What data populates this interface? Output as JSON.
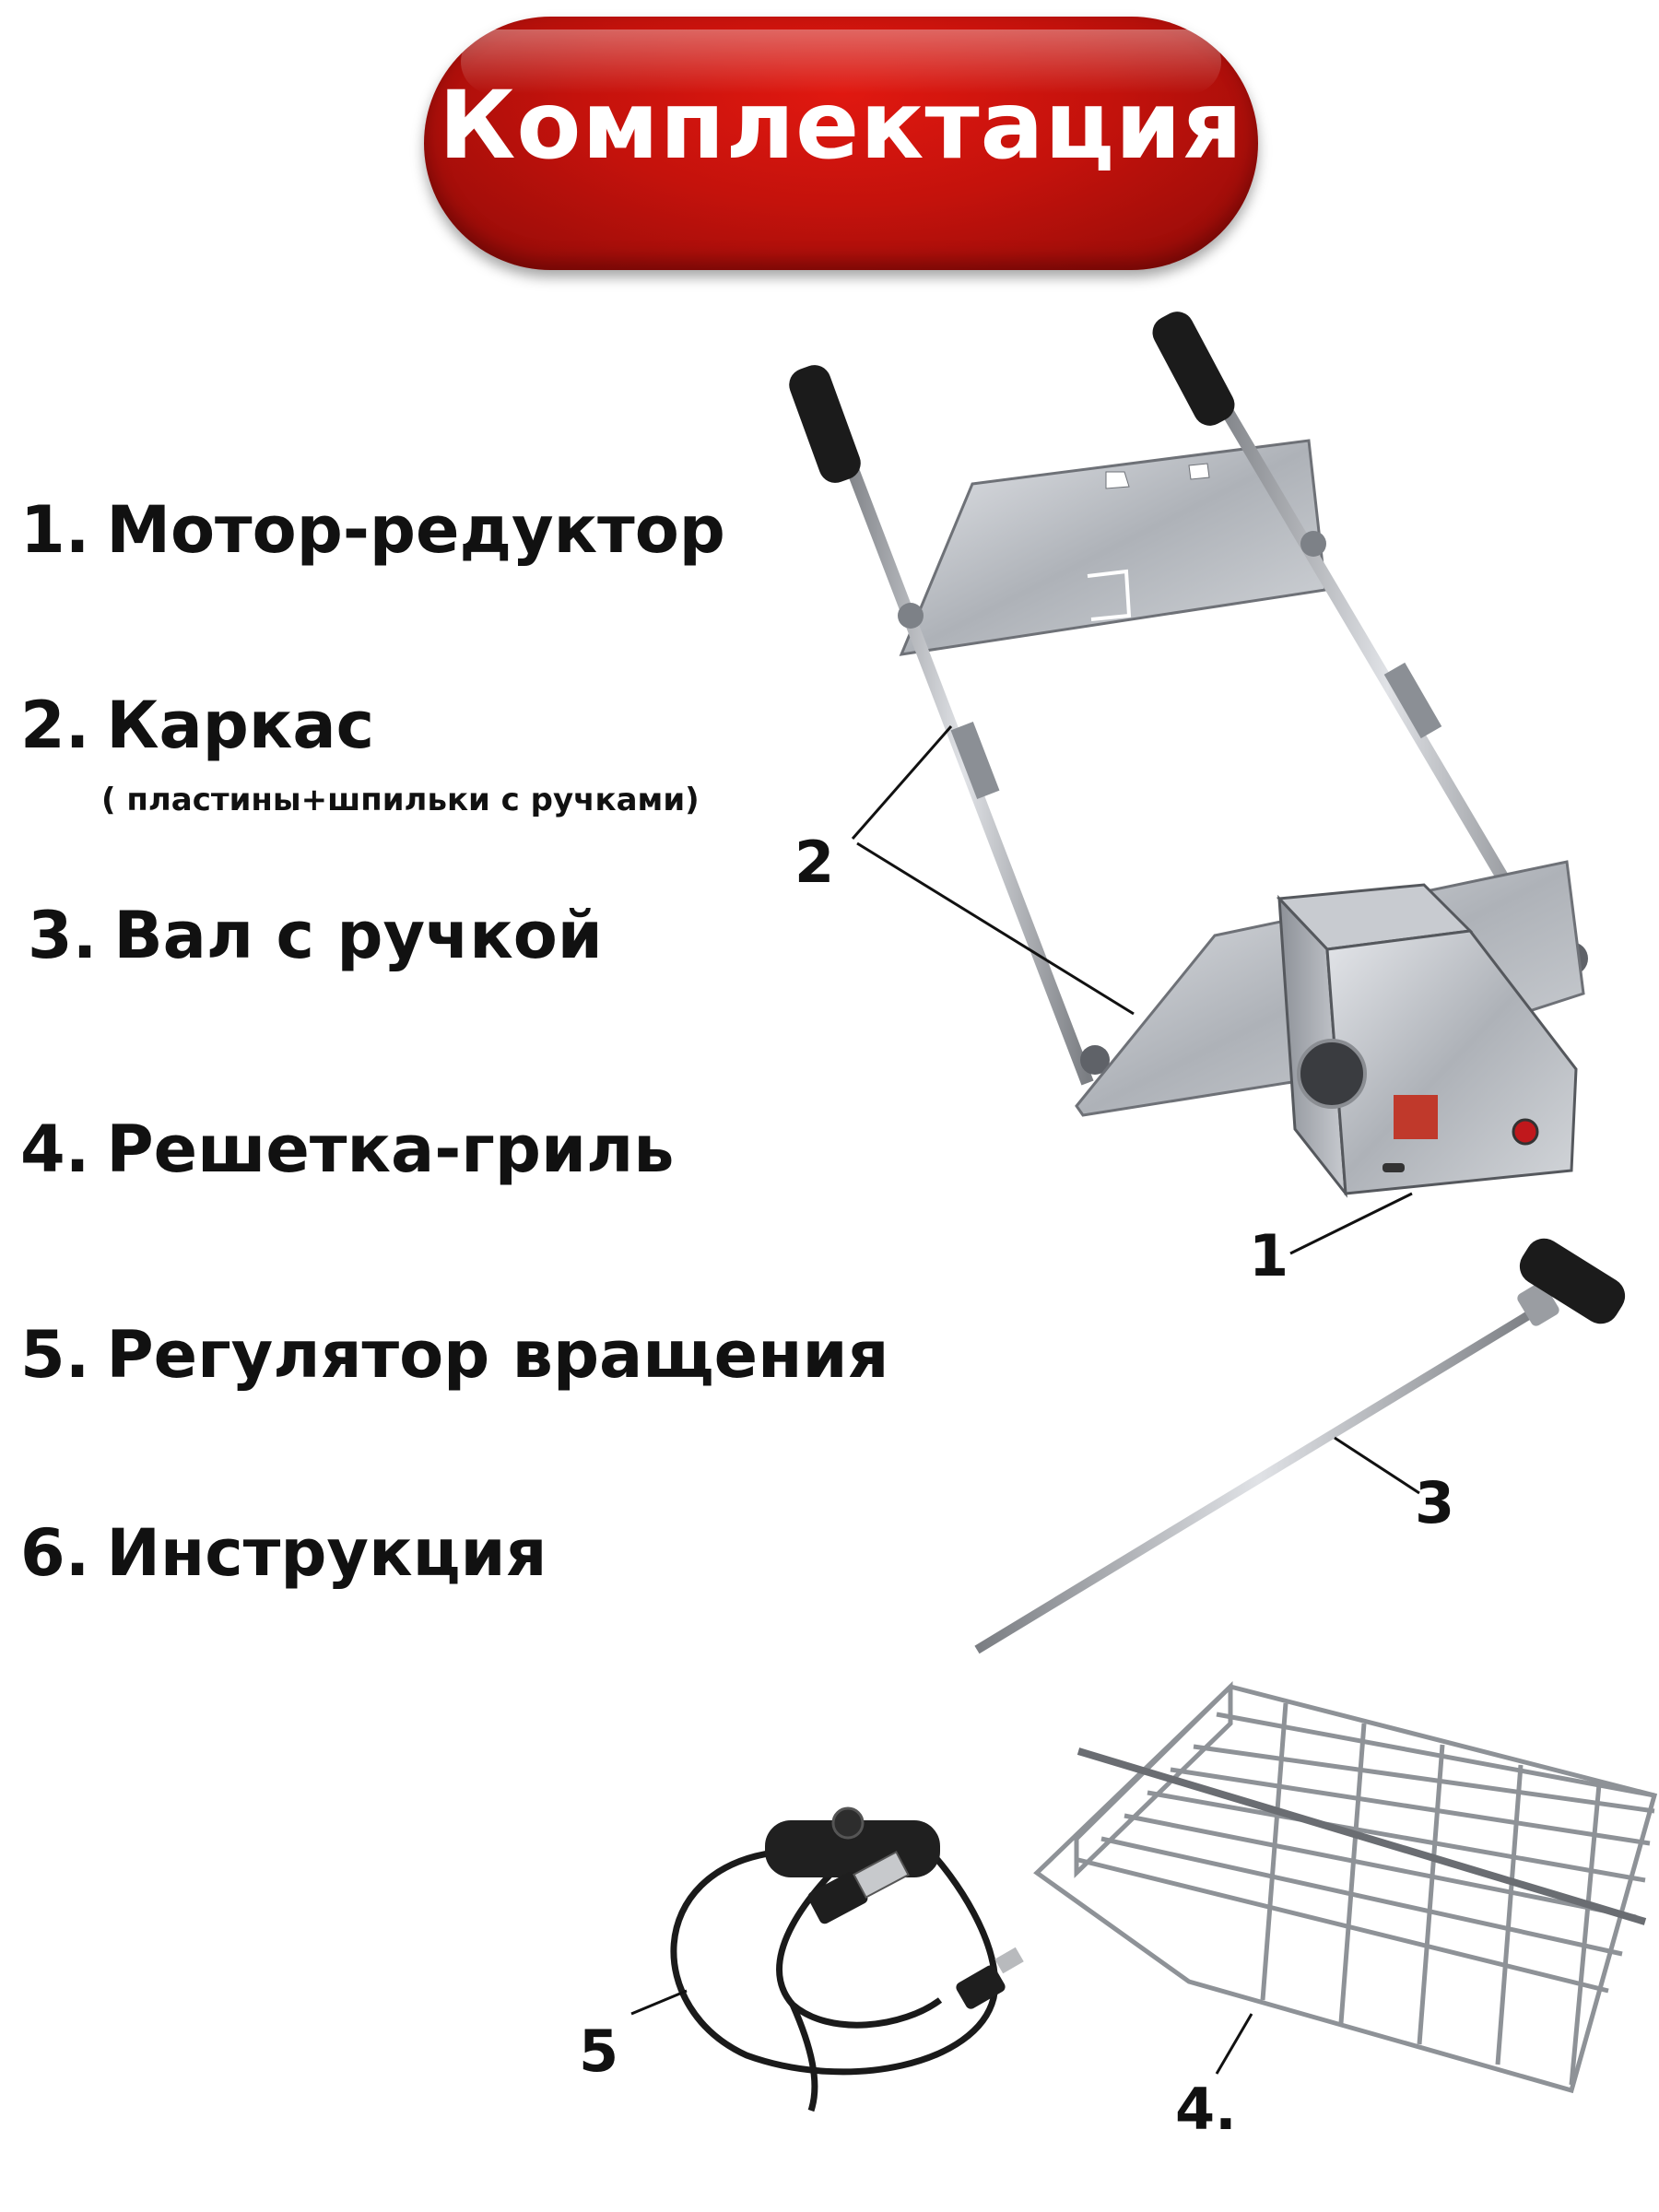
{
  "title": "Комплектация",
  "items": [
    {
      "num": "1.",
      "label": "Мотор-редуктор"
    },
    {
      "num": "2.",
      "label": "Каркас"
    },
    {
      "num": "3.",
      "label": "Вал с ручкой"
    },
    {
      "num": "4.",
      "label": "Решетка-гриль"
    },
    {
      "num": "5.",
      "label": "Регулятор вращения"
    },
    {
      "num": "6.",
      "label": "Инструкция"
    }
  ],
  "frame_note": "( пластины+шпильки с ручками)",
  "callouts": {
    "c1": "1",
    "c2": "2",
    "c3": "3",
    "c4": "4.",
    "c5": "5"
  },
  "colors": {
    "banner": "#c4120c",
    "text": "#111111",
    "steel": "#b9bcc1"
  }
}
